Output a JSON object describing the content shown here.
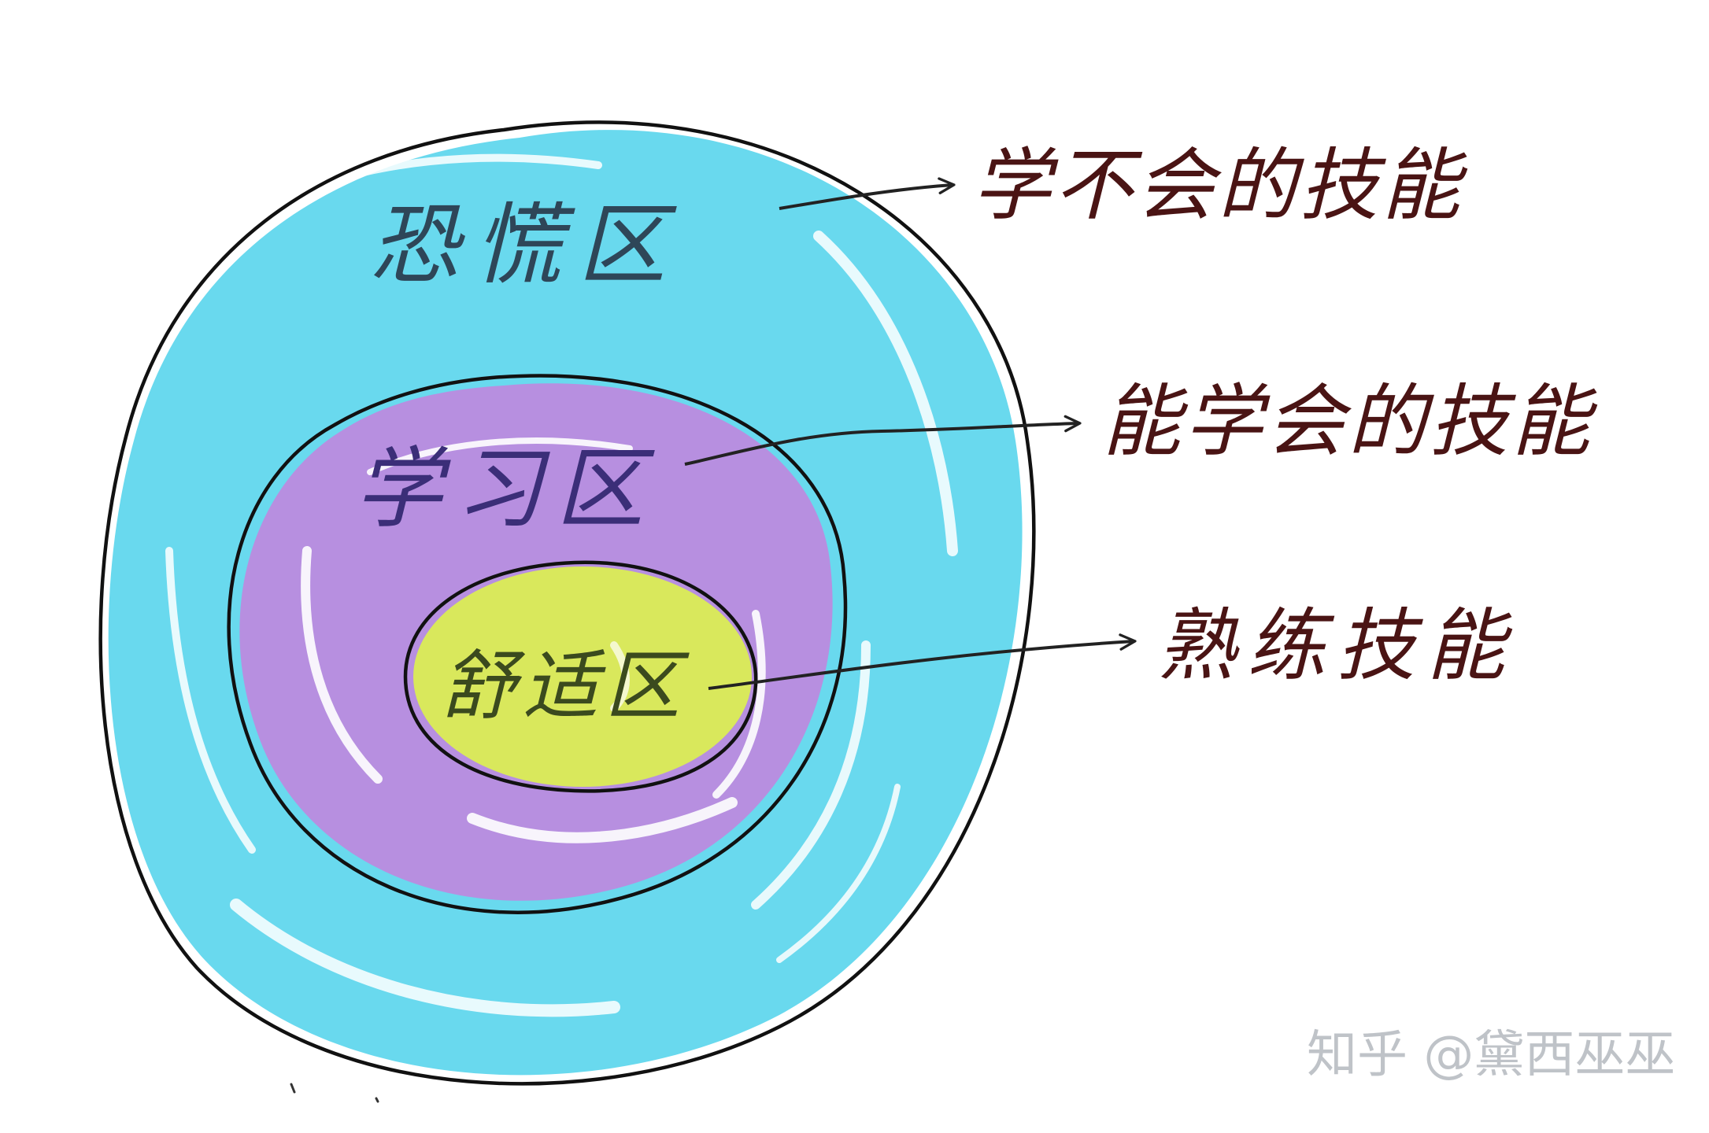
{
  "zones": {
    "panic": {
      "label": "恐慌区",
      "fill": "#69D9EE",
      "skill": "学不会的技能"
    },
    "learning": {
      "label": "学习区",
      "fill": "#B78FE0",
      "skill": "能学会的技能"
    },
    "comfort": {
      "label": "舒适区",
      "fill": "#D9E85C",
      "skill": "熟练技能"
    }
  },
  "colors": {
    "outline": "#111111",
    "zone_text": "#2E4658",
    "skill_text": "#4A1414",
    "arrow": "#222222",
    "watermark": "#BFC3C8"
  },
  "watermark": "知乎 @黛西巫巫"
}
